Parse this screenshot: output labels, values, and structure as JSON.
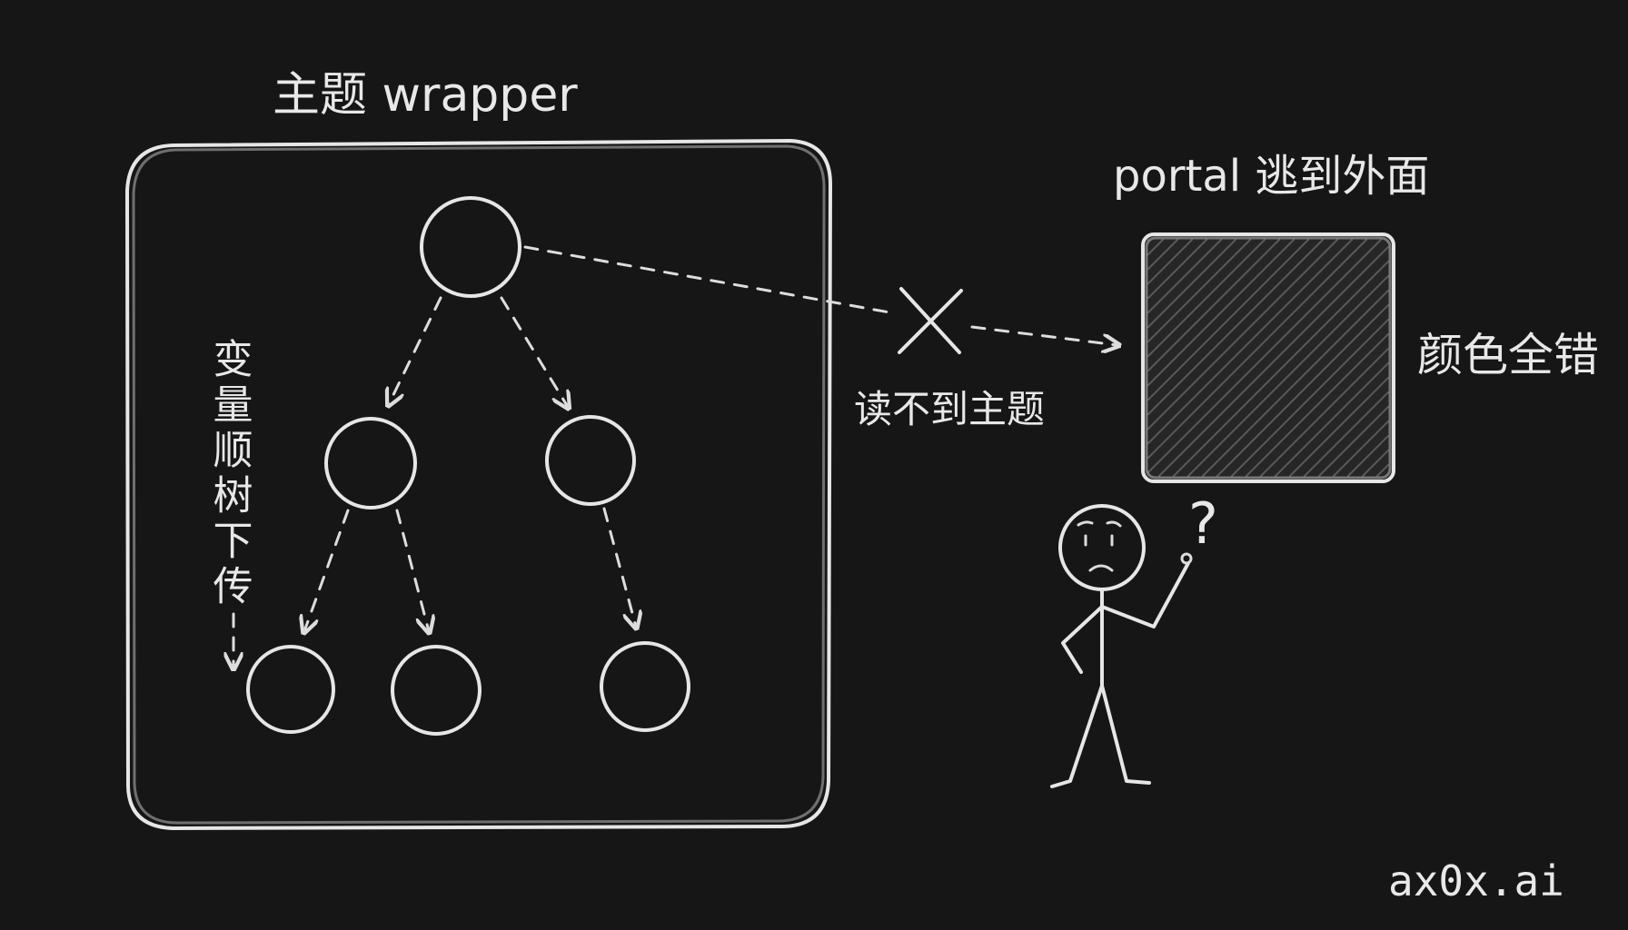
{
  "colors": {
    "background": "#161616",
    "chalk": "#e6e6e6"
  },
  "labels": {
    "wrapper_title": "主题 wrapper",
    "tree_note": "变量顺树下传",
    "blocked_note": "读不到主题",
    "portal_title": "portal 逃到外面",
    "error_note": "颜色全错",
    "question_mark": "?",
    "watermark": "ax0x.ai"
  },
  "icons": {
    "blocked": "cross-icon",
    "confused_person": "stick-figure-icon"
  }
}
